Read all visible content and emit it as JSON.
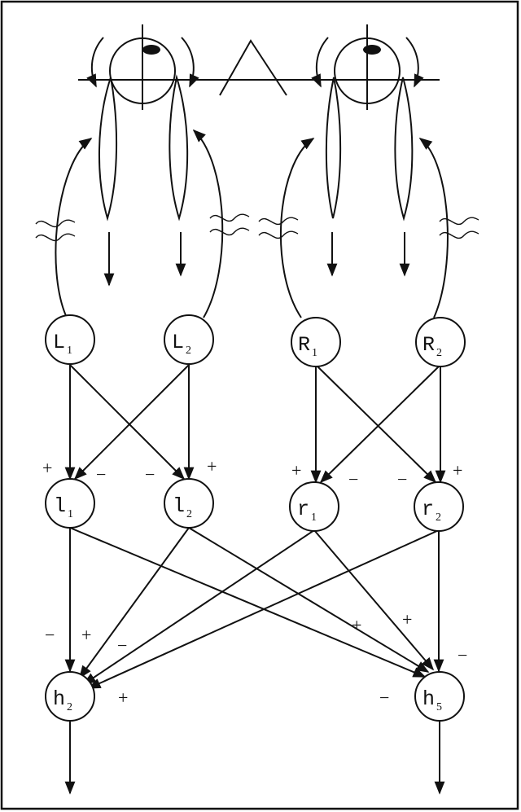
{
  "nodes": {
    "L1": {
      "label": "L",
      "sub": "1"
    },
    "L2": {
      "label": "L",
      "sub": "2"
    },
    "R1": {
      "label": "R",
      "sub": "1"
    },
    "R2": {
      "label": "R",
      "sub": "2"
    },
    "l1": {
      "label": "l",
      "sub": "1"
    },
    "l2": {
      "label": "l",
      "sub": "2"
    },
    "r1": {
      "label": "r",
      "sub": "1"
    },
    "r2": {
      "label": "r",
      "sub": "2"
    },
    "h2": {
      "label": "h",
      "sub": "2"
    },
    "h5": {
      "label": "h",
      "sub": "5"
    }
  },
  "signs": {
    "l1_plus": "+",
    "l1_minus": "−",
    "l2_minus": "−",
    "l2_plus": "+",
    "r1_plus": "+",
    "r1_minus": "−",
    "r2_minus": "−",
    "r2_plus": "+",
    "h2_minus": "−",
    "h2_plus": "+",
    "h2_minus_b": "−",
    "h2_plus_b": "+",
    "h5_plus": "+",
    "h5_plus_b": "+",
    "h5_minus": "−",
    "h5_minus_b": "−"
  }
}
